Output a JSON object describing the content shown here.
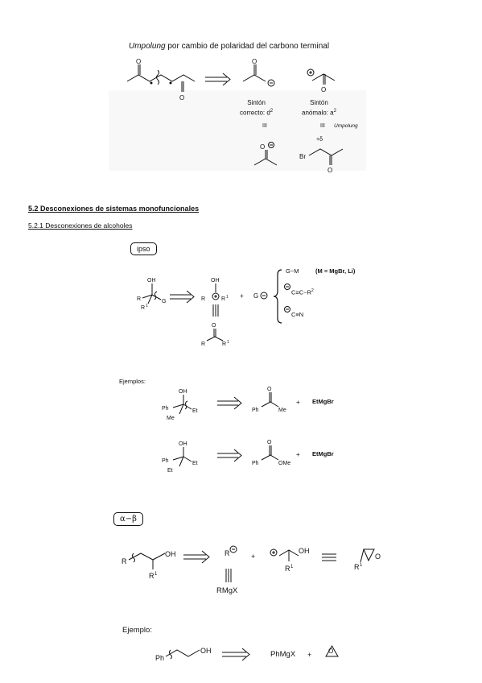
{
  "umpolung": {
    "title_italic": "Umpolung",
    "title_rest": " por cambio de polaridad del carbono terminal",
    "synton1": {
      "line1": "Sintón",
      "line2": "correcto: d",
      "sup": "2"
    },
    "synton2": {
      "line1": "Sintón",
      "line2": "anómalo: a",
      "sup": "2"
    },
    "equiv1": "III",
    "equiv2": "III",
    "umpolung_tag": "Umpolung",
    "br_label": "Br",
    "delta_label": "+δ"
  },
  "section": {
    "heading": "5.2 Desconexiones de sistemas monofuncionales",
    "subheading": "5.2.1 Desconexiones de alcoholes"
  },
  "ipso": {
    "label": "ipso",
    "reagent_gm": "G−M",
    "reagent_note": "(M = MgBr, Li)",
    "reagent_alkyne": "C≡C−R",
    "reagent_alkyne_sup": "2",
    "reagent_cn": "C≡N"
  },
  "ejemplos": {
    "label": "Ejemplos:",
    "ex1_reagent": "EtMgBr",
    "ex2_reagent": "EtMgBr"
  },
  "alpha_beta": {
    "label": "α−β",
    "rmgx": "RMgX"
  },
  "ejemplo": {
    "label": "Ejemplo:",
    "phmgx": "PhMgX"
  }
}
